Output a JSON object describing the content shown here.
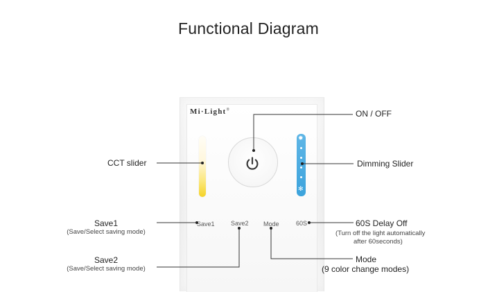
{
  "title": "Functional Diagram",
  "brand": {
    "name": "Mi·Light",
    "mark": "®"
  },
  "panel_labels": {
    "save1": "Save1",
    "save2": "Save2",
    "mode": "Mode",
    "delay": "60S"
  },
  "callouts": {
    "on_off": "ON / OFF",
    "cct": "CCT slider",
    "dimming": "Dimming Slider",
    "save1": {
      "title": "Save1",
      "desc": "(Save/Select saving mode)"
    },
    "save2": {
      "title": "Save2",
      "desc": "(Save/Select saving mode)"
    },
    "delay": {
      "title": "60S Delay Off",
      "desc_line1": "(Turn off the light automatically",
      "desc_line2": "after 60seconds)"
    },
    "mode": {
      "title": "Mode",
      "desc": "(9 color change modes)"
    }
  },
  "colors": {
    "dimming_slider": "#3ca3dc",
    "cct_warm": "#f5d327",
    "line": "#333333"
  }
}
